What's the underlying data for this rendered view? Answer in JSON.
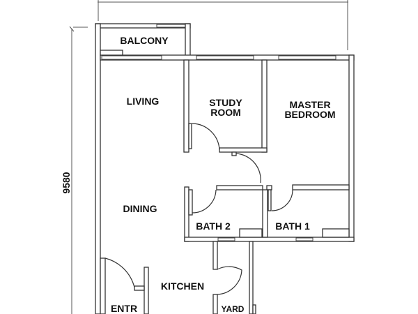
{
  "plan": {
    "dimension_vertical": "9580",
    "rooms": {
      "balcony": "BALCONY",
      "living": "LIVING",
      "study_line1": "STUDY",
      "study_line2": "ROOM",
      "master_line1": "MASTER",
      "master_line2": "BEDROOM",
      "dining": "DINING",
      "bath2": "BATH 2",
      "bath1": "BATH 1",
      "kitchen": "KITCHEN",
      "yard": "YARD",
      "entrance": "ENTR"
    }
  }
}
